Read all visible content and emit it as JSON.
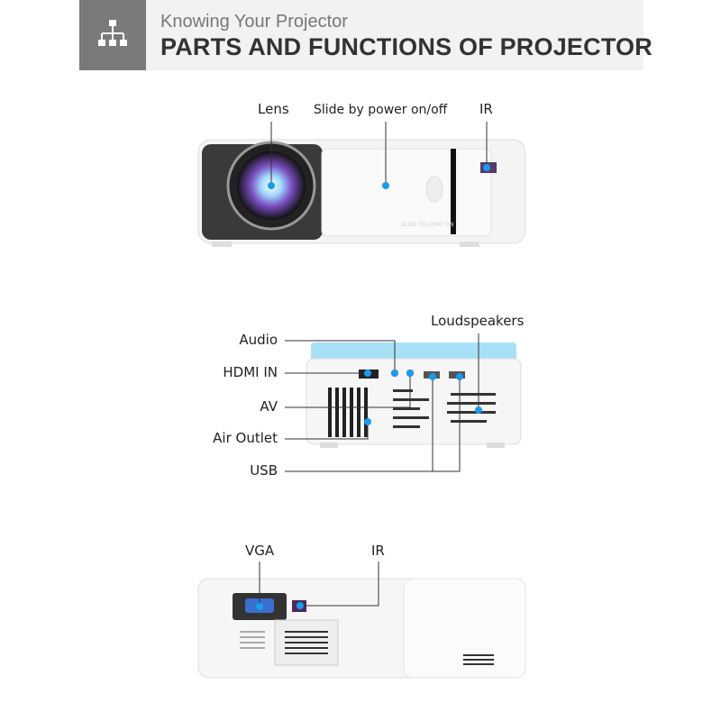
{
  "header": {
    "icon": "sitemap-icon",
    "subtitle": "Knowing Your Projector",
    "title": "PARTS AND FUNCTIONS OF PROJECTOR"
  },
  "front_view": {
    "labels": [
      "Lens",
      "Slide by power on/off",
      "IR"
    ],
    "slide_text": "SLIDE TO LIGHT ON"
  },
  "side_view": {
    "labels": [
      "Audio",
      "HDMI IN",
      "AV",
      "Air Outlet",
      "USB",
      "Loudspeakers"
    ]
  },
  "back_view": {
    "labels": [
      "VGA",
      "IR"
    ]
  },
  "colors": {
    "marker": "#1a9bf0",
    "header_dark": "#7a7a7a",
    "header_light": "#f2f2f2"
  }
}
